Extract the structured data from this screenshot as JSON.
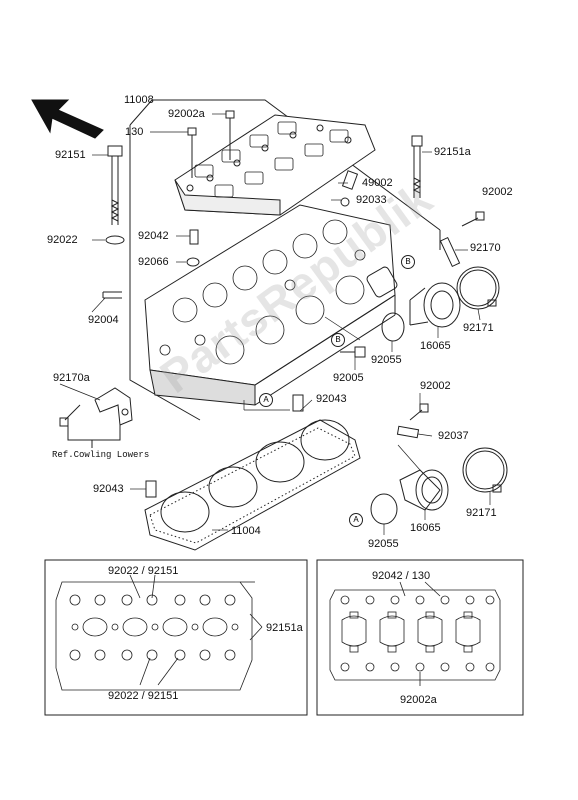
{
  "watermark": "PartsRepublik",
  "labels": {
    "l11008": "11008",
    "l92002a_top": "92002a",
    "l130": "130",
    "l92151": "92151",
    "l92151a_top": "92151a",
    "l49002": "49002",
    "l92033": "92033",
    "l92002_top": "92002",
    "l92022": "92022",
    "l92042": "92042",
    "l92066": "92066",
    "l92170": "92170",
    "l92004": "92004",
    "l92171_top": "92171",
    "l16065_top": "16065",
    "l92055_top": "92055",
    "l92005": "92005",
    "l92170a": "92170a",
    "l92043_top": "92043",
    "l92002_mid": "92002",
    "l92037": "92037",
    "ref_cowling": "Ref.Cowling Lowers",
    "l92043_bot": "92043",
    "l11004": "11004",
    "l92171_bot": "92171",
    "l16065_bot": "16065",
    "l92055_bot": "92055",
    "inset_left_top": "92022 / 92151",
    "inset_left_bottom": "92022 / 92151",
    "inset_left_side": "92151a",
    "inset_right_top": "92042 / 130",
    "inset_right_bottom": "92002a"
  },
  "tags": {
    "b1": "B",
    "b2": "B",
    "a1": "A",
    "a2": "A"
  }
}
